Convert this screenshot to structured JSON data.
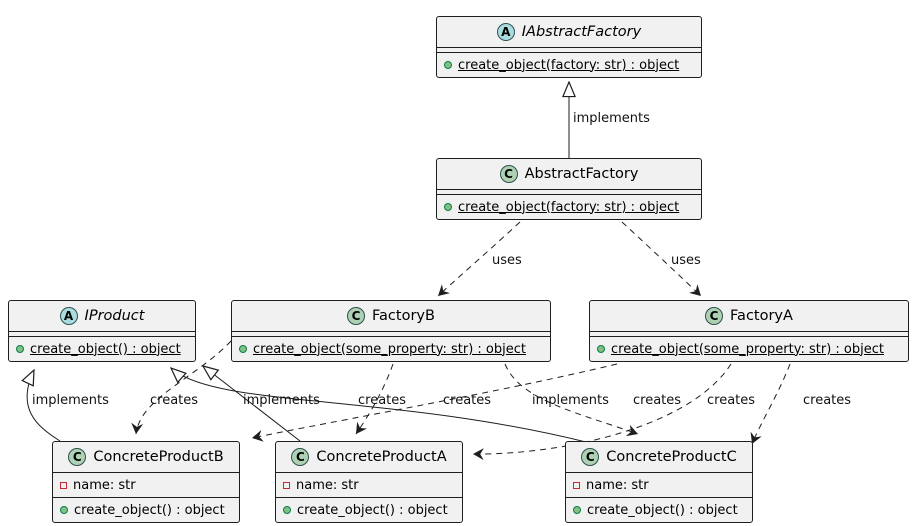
{
  "diagram_type": "uml-class-diagram",
  "icons": {
    "abstract_letter": "A",
    "class_letter": "C",
    "method_icon": "green-circle-icon",
    "field_icon": "red-square-icon"
  },
  "colors": {
    "box_fill": "#F1F1F1",
    "box_border": "#1e1e1e",
    "class_circle_fill": "#ADD1B2",
    "abstract_circle_fill": "#A9DCDF",
    "method_icon_fill": "#84BE84",
    "method_icon_border": "#038048",
    "field_icon_border": "#C82930",
    "line_color": "#1e1e1e"
  },
  "classes": {
    "iabstractfactory": {
      "name": "IAbstractFactory",
      "method": "create_object(factory: str) : object"
    },
    "abstractfactory": {
      "name": "AbstractFactory",
      "method": "create_object(factory: str) : object"
    },
    "iproduct": {
      "name": "IProduct",
      "method": "create_object() : object"
    },
    "factoryb": {
      "name": "FactoryB",
      "method": "create_object(some_property: str) : object"
    },
    "factorya": {
      "name": "FactoryA",
      "method": "create_object(some_property: str) : object"
    },
    "concreteproductb": {
      "name": "ConcreteProductB",
      "field": "name: str",
      "method": "create_object() : object"
    },
    "concreteproducta": {
      "name": "ConcreteProductA",
      "field": "name: str",
      "method": "create_object() : object"
    },
    "concreteproductc": {
      "name": "ConcreteProductC",
      "field": "name: str",
      "method": "create_object() : object"
    }
  },
  "edge_labels": {
    "af_implements": "implements",
    "uses_factoryb": "uses",
    "uses_factorya": "uses",
    "cpb_implements": "implements",
    "cpa_implements": "implements",
    "cpc_implements": "implements",
    "fb_creates_cpb": "creates",
    "fb_creates_cpa": "creates",
    "fb_creates_cpc": "creates",
    "fa_creates_cpb": "creates",
    "fa_creates_cpa": "creates",
    "fa_creates_cpc": "creates"
  }
}
